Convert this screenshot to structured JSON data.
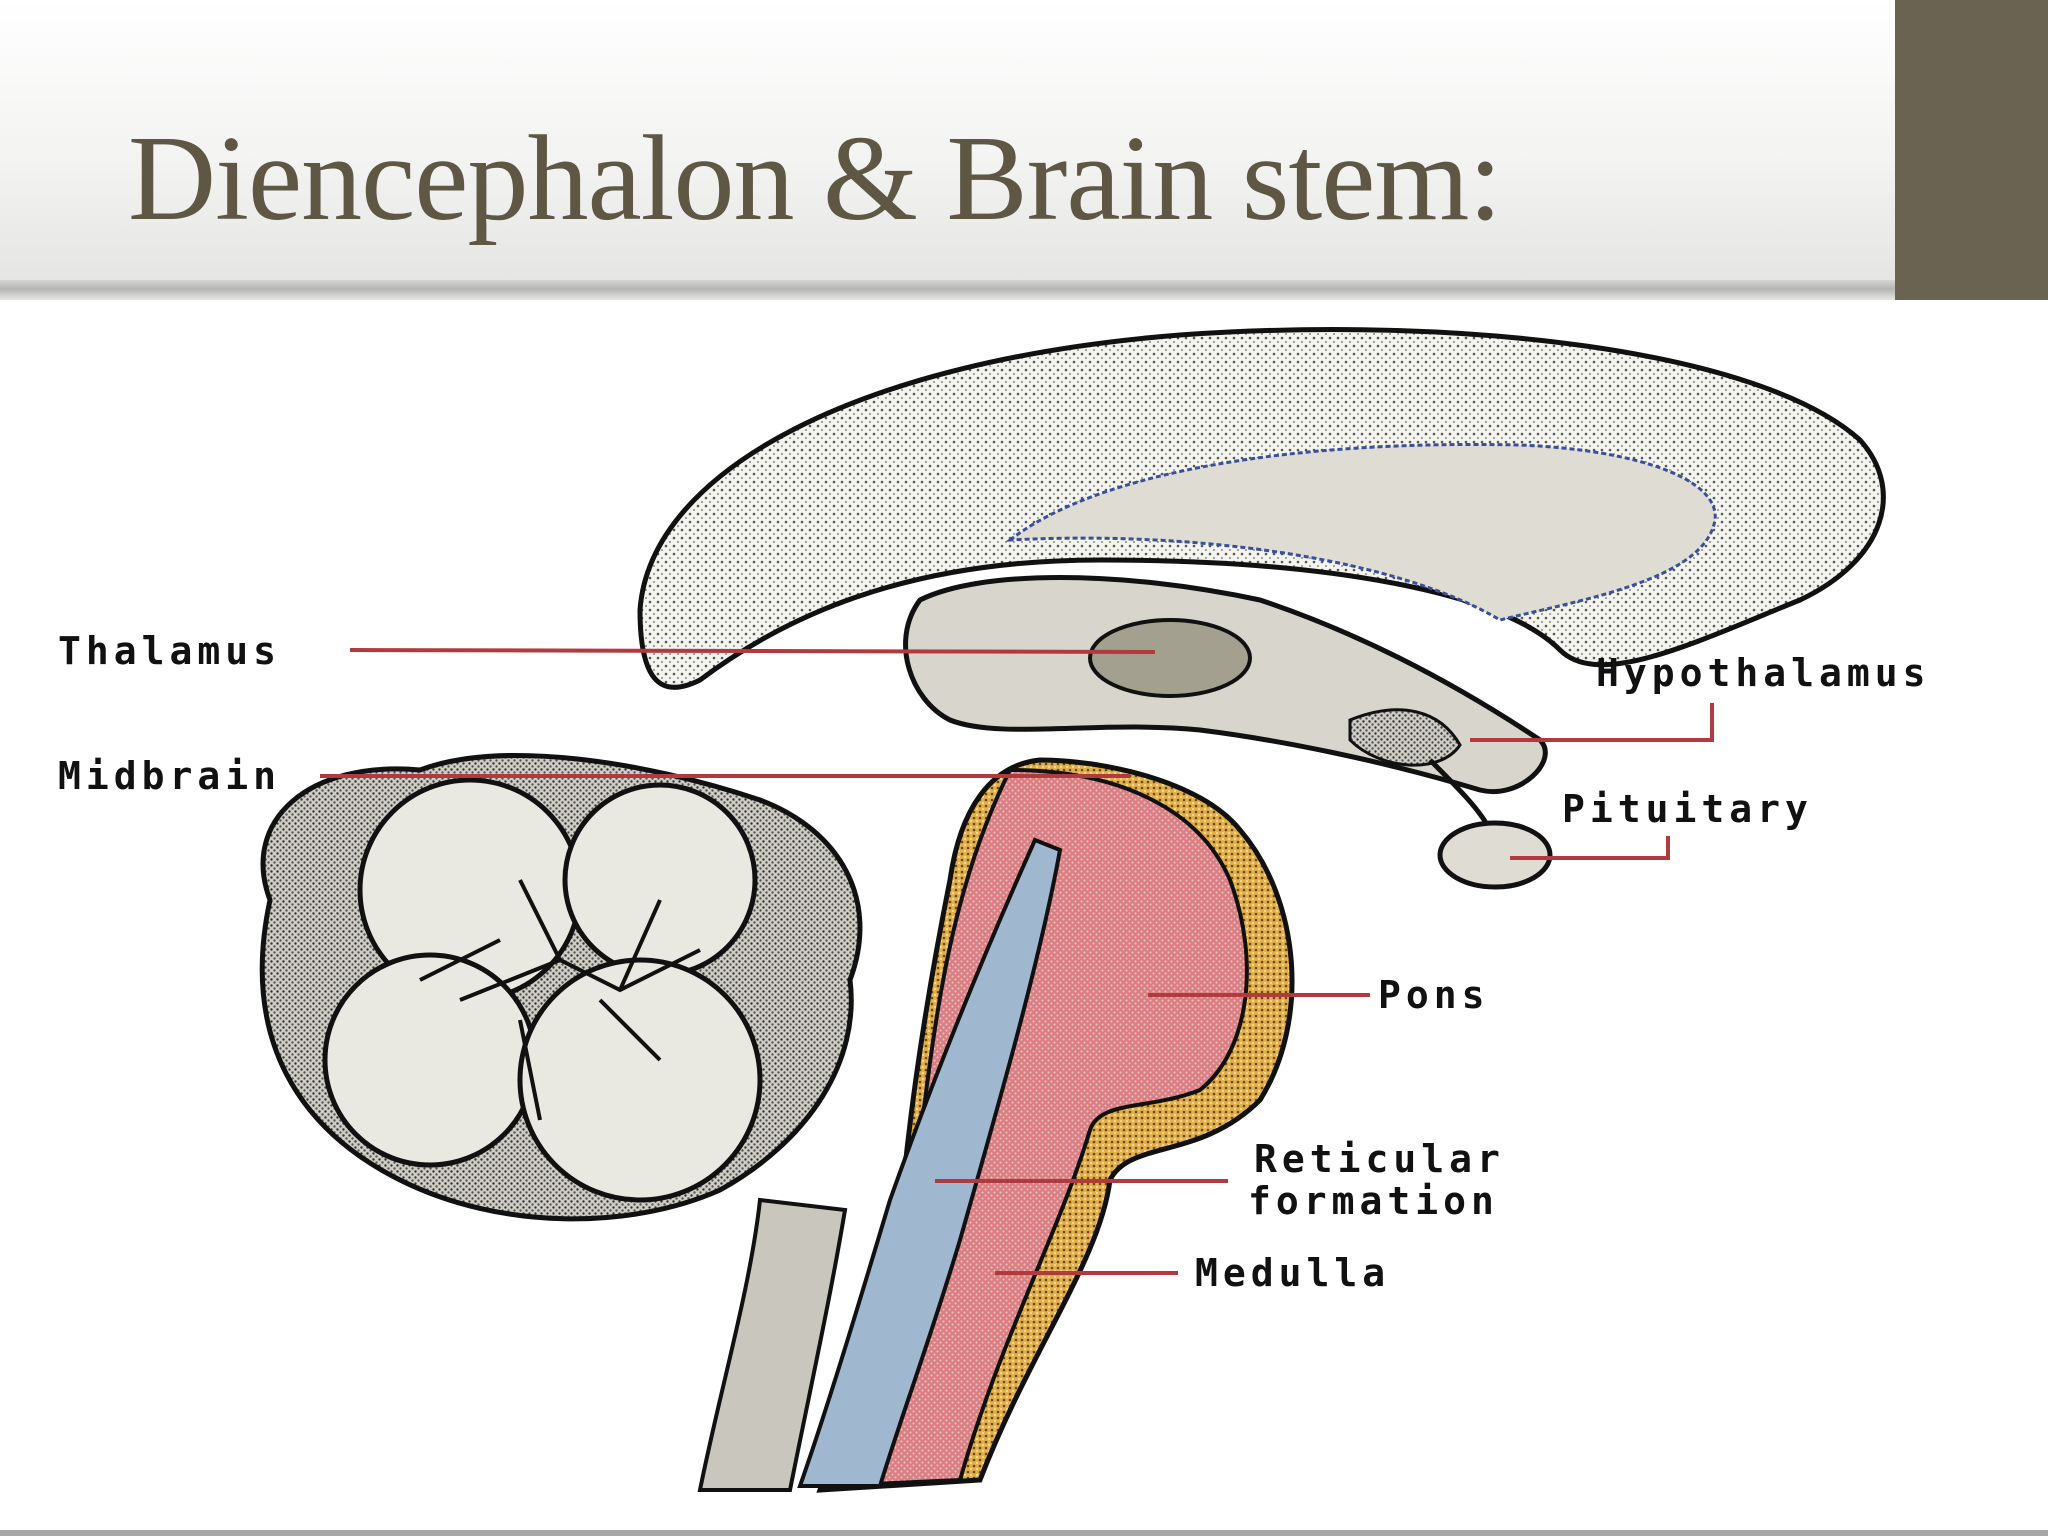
{
  "slide": {
    "title": "Diencephalon & Brain stem:",
    "accent_color": "#6b6351",
    "title_color": "#5d5744"
  },
  "diagram": {
    "labels": {
      "thalamus": "Thalamus",
      "midbrain": "Midbrain",
      "hypothalamus": "Hypothalamus",
      "pituitary": "Pituitary",
      "pons": "Pons",
      "reticular_line1": "Reticular",
      "reticular_line2": "formation",
      "medulla": "Medulla"
    },
    "colors": {
      "leader_line": "#b03a3e",
      "brainstem": "#cf6e73",
      "canal": "#9fb8cf",
      "cortex_edge": "#d8a23c",
      "tissue": "#dcdbd2",
      "outline": "#111111"
    }
  }
}
